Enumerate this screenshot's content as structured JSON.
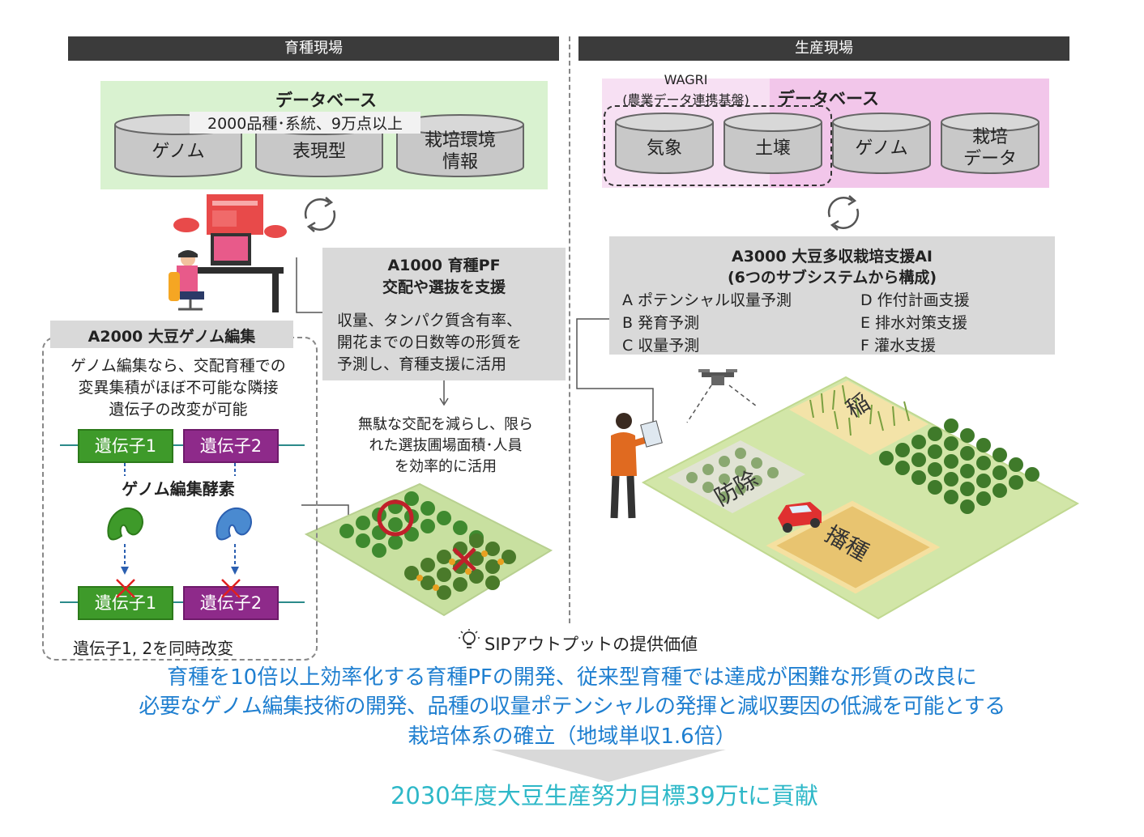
{
  "left_section": {
    "header": "育種現場",
    "database": {
      "title": "データベース",
      "subtitle": "2000品種･系統、9万点以上",
      "items": [
        "ゲノム",
        "表現型",
        "栽培環境",
        "情報"
      ]
    },
    "a1000": {
      "title": "A1000 育種PF",
      "subtitle": "交配や選抜を支援",
      "body": [
        "収量、タンパク質含有率、",
        "開花までの日数等の形質を",
        "予測し、育種支援に活用"
      ]
    },
    "a1000_effect": [
      "無駄な交配を減らし、限ら",
      "れた選抜圃場面積･人員",
      "を効率的に活用"
    ],
    "a2000": {
      "title": "A2000 大豆ゲノム編集",
      "body": [
        "ゲノム編集なら、交配育種での",
        "変異集積がほぼ不可能な隣接",
        "遺伝子の改変が可能"
      ],
      "gene1": "遺伝子1",
      "gene2": "遺伝子2",
      "enzyme": "ゲノム編集酵素",
      "footer": "遺伝子1, 2を同時改変"
    }
  },
  "right_section": {
    "header": "生産現場",
    "wagri": [
      "WAGRI",
      "(農業データ連携基盤)"
    ],
    "database_title": "データベース",
    "items": [
      "気象",
      "土壌",
      "ゲノム",
      "栽培",
      "データ"
    ],
    "a3000": {
      "title": "A3000 大豆多収栽培支援AI",
      "subtitle": "(6つのサブシステムから構成)",
      "left_items": [
        "A  ポテンシャル収量予測",
        "B  発育予測",
        "C  収量予測"
      ],
      "right_items": [
        "D  作付計画支援",
        "E  排水対策支援",
        "F  灌水支援"
      ]
    },
    "field_labels": [
      "稲",
      "防除",
      "播種"
    ]
  },
  "output": {
    "label": "SIPアウトプットの提供価値",
    "lines": [
      "育種を10倍以上効率化する育種PFの開発、従来型育種では達成が困難な形質の改良に",
      "必要なゲノム編集技術の開発、品種の収量ポテンシャルの発揮と減収要因の低減を可能とする",
      "栽培体系の確立（地域単収1.6倍）"
    ],
    "goal": "2030年度大豆生産努力目標39万tに貢献"
  },
  "colors": {
    "header_bg": "#3b3b3b",
    "left_db_bg": "#d9f2d0",
    "right_db_bg": "#f2c6ea",
    "grey_box": "#d9d9d9",
    "gene1": "#3e9a2a",
    "gene2": "#8e2a8a",
    "output_text": "#1f7fd0",
    "goal_text": "#2eb8c8"
  }
}
